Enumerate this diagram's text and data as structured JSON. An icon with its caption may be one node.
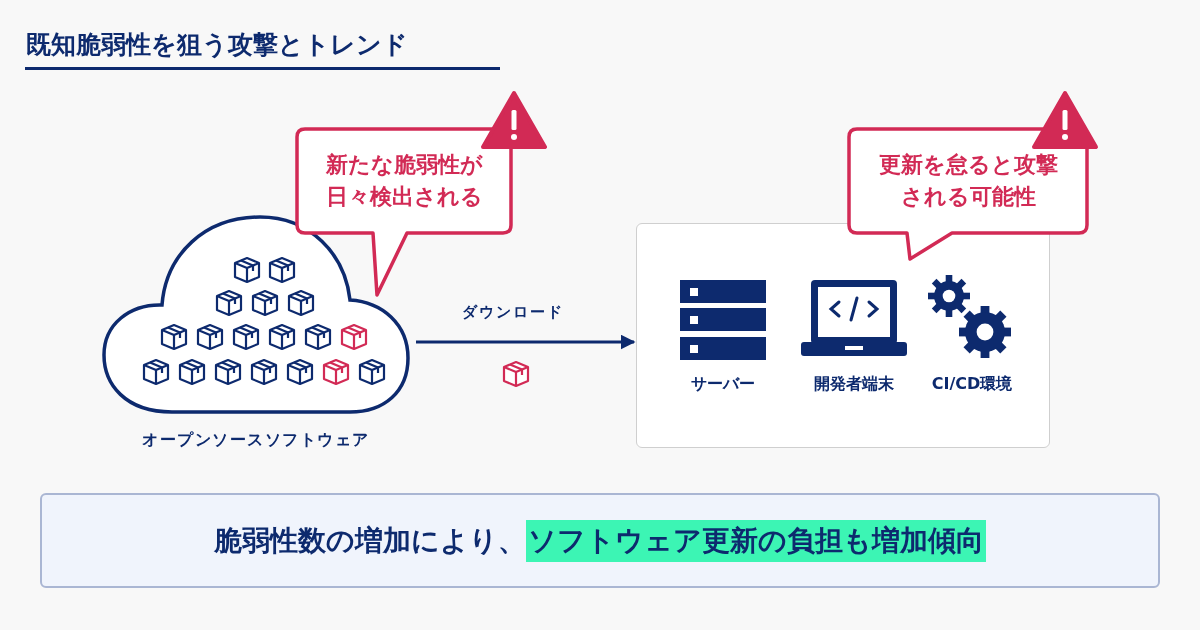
{
  "diagram": {
    "title": "既知脆弱性を狙う攻撃とトレンド",
    "nodes": [
      {
        "text": [],
        "shape": "cloud",
        "beside": [
          "オープンソースソフトウェア"
        ]
      },
      {
        "text": [
          "新たな脆弱性が日々検出される"
        ]
      },
      {
        "text": [],
        "shape": "box"
      },
      {
        "text": [
          "更新を怠ると攻撃される可能性"
        ]
      },
      {
        "text": [
          "脆弱性数の増加により、",
          "ソフトウェア更新の負担も増加傾向"
        ]
      }
    ],
    "edges": [
      {
        "from": 0,
        "to": 2,
        "arrow": "to",
        "label": "ダウンロード"
      }
    ],
    "labels": [
      "サーバー",
      "開発者端末",
      "CI/CD環境"
    ]
  }
}
